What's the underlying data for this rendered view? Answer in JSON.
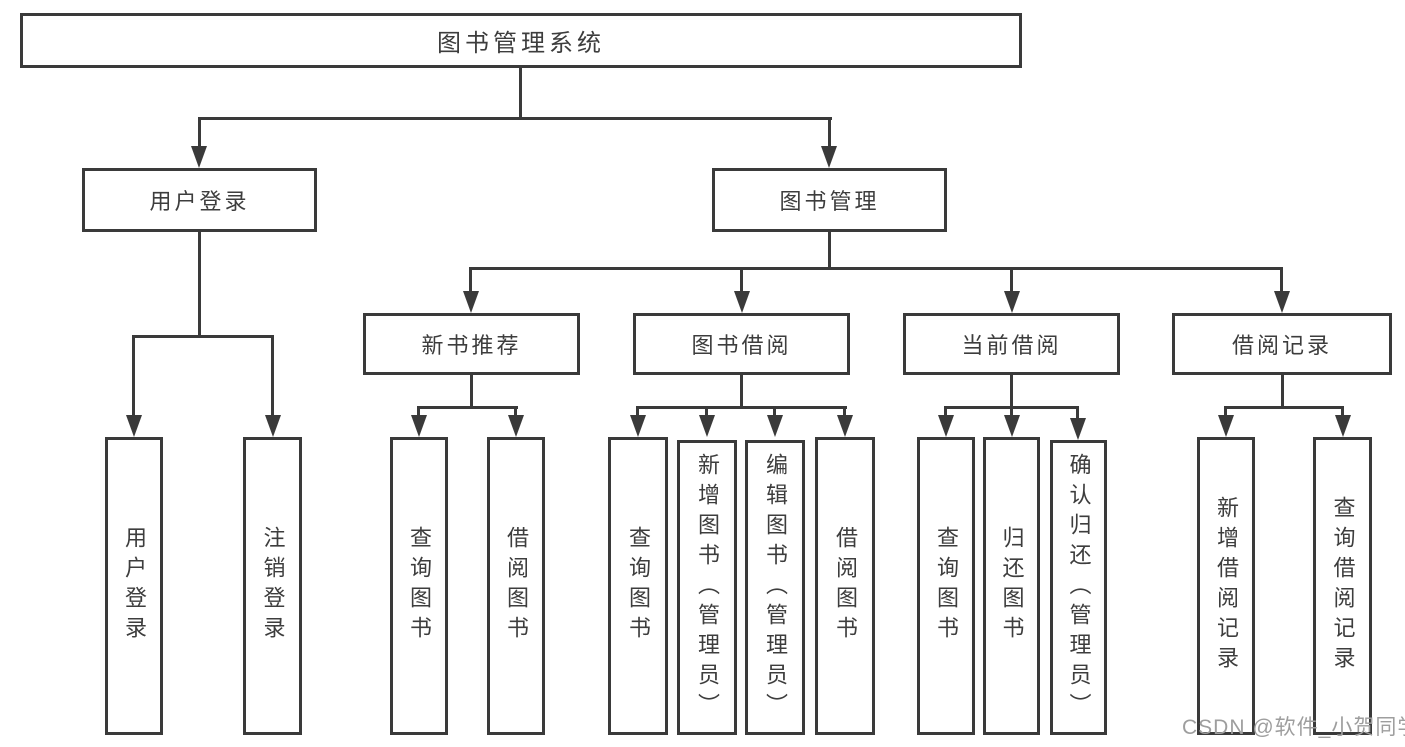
{
  "title": "图书管理系统",
  "tree": {
    "label": "图书管理系统",
    "children": [
      {
        "label": "用户登录",
        "children": [
          {
            "label": "用户登录"
          },
          {
            "label": "注销登录"
          }
        ]
      },
      {
        "label": "图书管理",
        "children": [
          {
            "label": "新书推荐",
            "children": [
              {
                "label": "查询图书"
              },
              {
                "label": "借阅图书"
              }
            ]
          },
          {
            "label": "图书借阅",
            "children": [
              {
                "label": "查询图书"
              },
              {
                "label": "新增图书（管理员）"
              },
              {
                "label": "编辑图书（管理员）"
              },
              {
                "label": "借阅图书"
              }
            ]
          },
          {
            "label": "当前借阅",
            "children": [
              {
                "label": "查询图书"
              },
              {
                "label": "归还图书"
              },
              {
                "label": "确认归还（管理员）"
              }
            ]
          },
          {
            "label": "借阅记录",
            "children": [
              {
                "label": "新增借阅记录"
              },
              {
                "label": "查询借阅记录"
              }
            ]
          }
        ]
      }
    ]
  },
  "watermark": {
    "text": "CSDN @软件_小贺同学"
  },
  "colors": {
    "line": "#3a3a3a",
    "text": "#3d3d3d",
    "watermark": "#9e9e9e",
    "background": "#ffffff"
  }
}
